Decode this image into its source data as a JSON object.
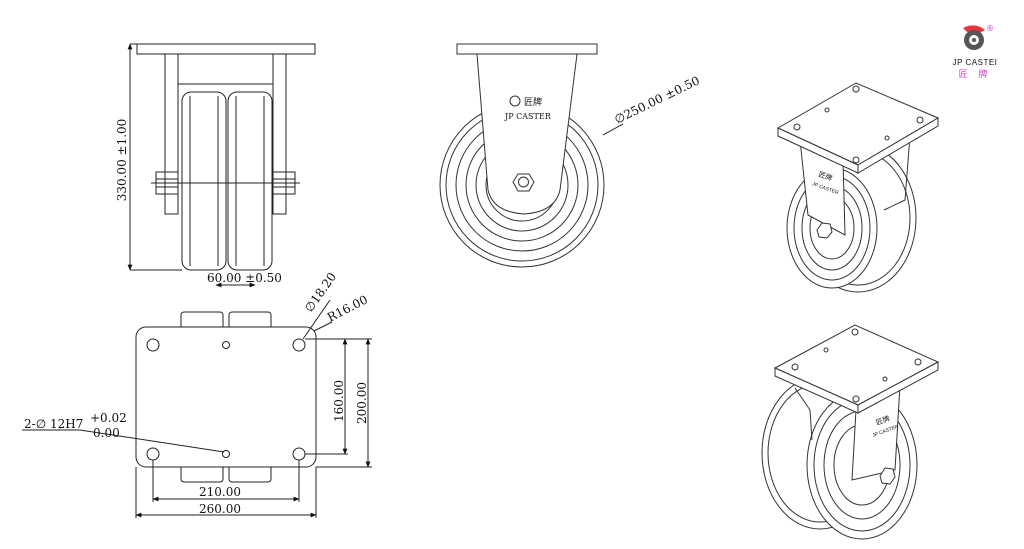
{
  "logo": {
    "name": "JP CASTEI",
    "cn_text": "匠 牌",
    "registered": "®",
    "accent_color": "#e8333d",
    "body_color": "#555555",
    "cn_color": "#d63ccf"
  },
  "side_view": {
    "height_dim": "330.00 ±1.00",
    "width_dim": "60.00 ±0.50"
  },
  "front_view": {
    "wheel_dia_dim": "∅250.00 ±0.50",
    "fork_brand_cn": "匠牌",
    "fork_brand_en": "JP  CASTER"
  },
  "plate_view": {
    "bolt_hole_dim": "∅18.20",
    "radius_dim": "R16.00",
    "hole_spacing_v": "160.00",
    "plate_height": "200.00",
    "hole_spacing_h": "210.00",
    "plate_width": "260.00",
    "pin_hole_label": "2-∅ 12H7",
    "tol_upper": "+0.02",
    "tol_lower": "0.00"
  },
  "iso_view": {
    "brand_cn": "匠牌",
    "brand_en": "JP CASTER"
  }
}
